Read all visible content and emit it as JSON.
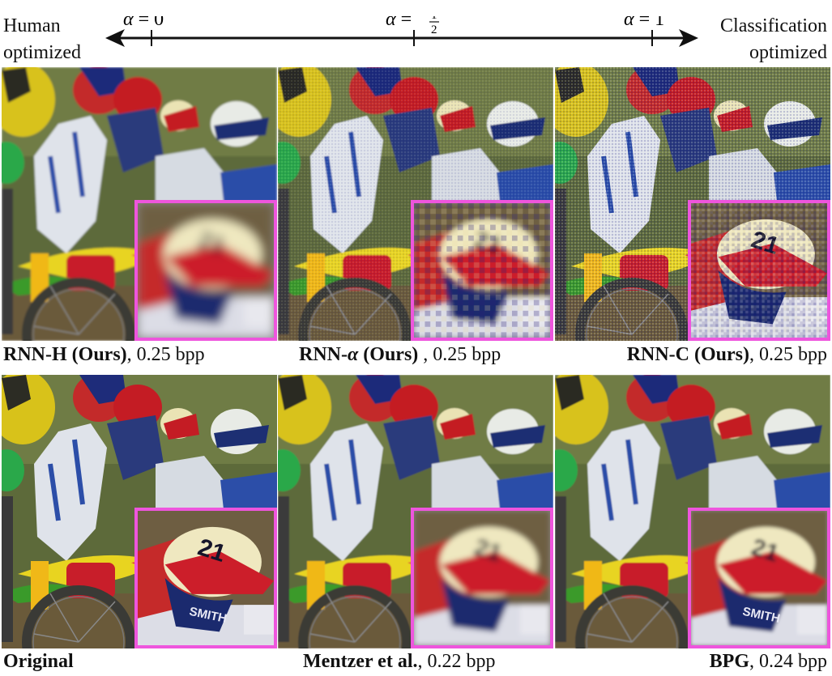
{
  "header": {
    "left_label_line1": "Human",
    "left_label_line2": "optimized",
    "right_label_line1": "Classification",
    "right_label_line2": "optimized",
    "ticks": [
      {
        "alpha_symbol": "α",
        "equals": "=",
        "value": "0"
      },
      {
        "alpha_symbol": "α",
        "equals": "=",
        "value_num": "1",
        "value_den": "2"
      },
      {
        "alpha_symbol": "α",
        "equals": "=",
        "value": "1"
      }
    ]
  },
  "panels": [
    {
      "method": "RNN-H (Ours)",
      "sep": ",",
      "rate": "0.25 bpp",
      "style": "human",
      "inset": "blur"
    },
    {
      "method_prefix": "RNN-",
      "method_alpha": "α",
      "method_suffix": " (Ours)",
      "sep": " ,",
      "rate": "0.25 bpp",
      "style": "mixed",
      "inset": "pixel"
    },
    {
      "method": "RNN-C (Ours)",
      "sep": ",",
      "rate": "0.25 bpp",
      "style": "class",
      "inset": "dither"
    },
    {
      "method": "Original",
      "sep": "",
      "rate": "",
      "style": "orig",
      "inset": "sharp"
    },
    {
      "method": "Mentzer et al.",
      "sep": ",",
      "rate": "0.22 bpp",
      "style": "mentzer",
      "inset": "soft"
    },
    {
      "method": "BPG",
      "sep": ",",
      "rate": "0.24 bpp",
      "style": "bpg",
      "inset": "smooth"
    }
  ],
  "inset_text": {
    "helmet_number": "21",
    "visor_text": "SMITH"
  },
  "colors": {
    "inset_border": "#ee55dd",
    "axis": "#111111"
  }
}
